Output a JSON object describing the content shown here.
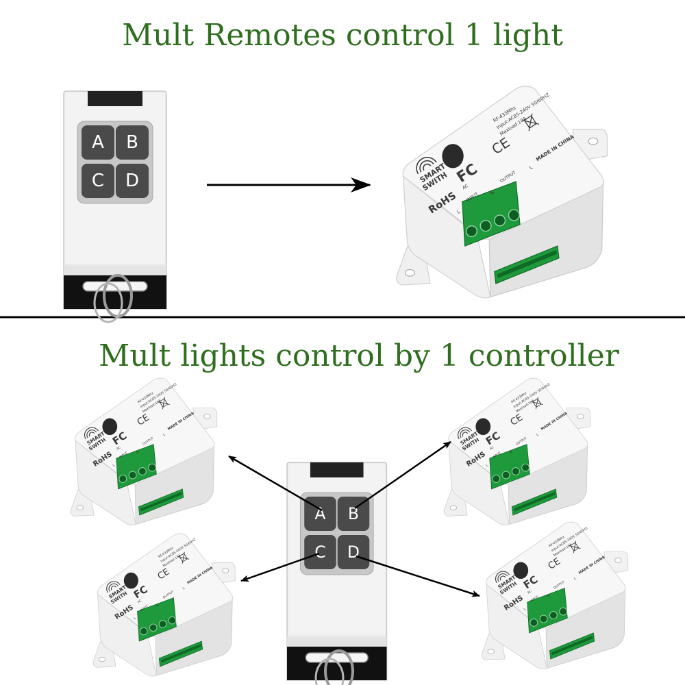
{
  "colors": {
    "headline": "#2f6e1f",
    "divider": "#000000",
    "remote_body": "#e9e9e9",
    "remote_button": "#4a4a4a",
    "remote_button_text": "#ffffff",
    "terminal_green": "#1e9a3c",
    "module_body": "#f2f2f2",
    "module_text": "#3a3a3a",
    "arrow": "#000000"
  },
  "top_section": {
    "headline": "Mult Remotes control 1 light"
  },
  "bottom_section": {
    "headline": "Mult lights control by 1 controller"
  },
  "remote": {
    "buttons": [
      "A",
      "B",
      "C",
      "D"
    ]
  },
  "module": {
    "brand_line1": "SMART",
    "brand_line2": "SWITH",
    "rohs": "RoHS",
    "fcc": "FC",
    "ce": "CE",
    "spec_line1": "RF:433Mhz",
    "spec_line2": "Input:AC85-240V 50/60HZ",
    "spec_line3": "Maxload:10A",
    "made_in": "MADE IN CHINA",
    "term_input": "INPUT",
    "term_output": "OUTPUT",
    "term_l": "L",
    "term_n": "N",
    "term_ac": "AC",
    "wifi_icon": "wifi-icon",
    "weee_icon": "crossed-bin-icon"
  }
}
